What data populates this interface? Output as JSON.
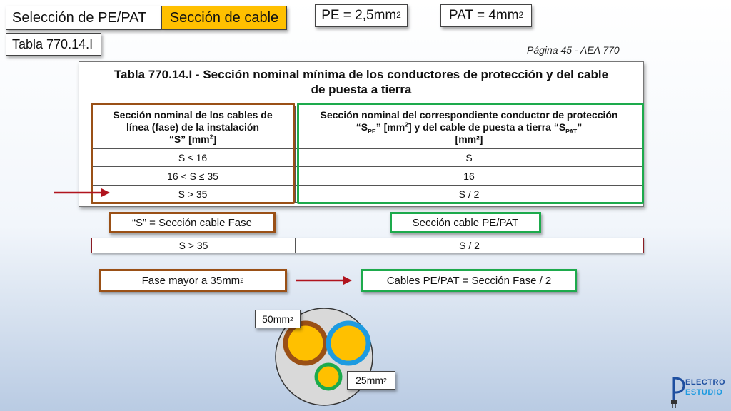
{
  "header": {
    "title": "Selección de PE/PAT",
    "highlight": "Sección de cable",
    "pe_label": "PE = 2,5mm",
    "pe_sup": "2",
    "pat_label": "PAT = 4mm",
    "pat_sup": "2",
    "table_ref": "Tabla 770.14.I",
    "page_ref": "Página 45 - AEA 770",
    "highlight_color": "#ffc000"
  },
  "table": {
    "title": "Tabla 770.14.I - Sección nominal mínima de los conductores de protección y del cable de puesta a tierra",
    "col1_header": {
      "line1": "Sección nominal de los cables de",
      "line2": "línea (fase) de la instalación",
      "line3": "“S” [mm",
      "line3_sup": "2",
      "line3_end": "]"
    },
    "col2_header": {
      "line1": "Sección nominal del correspondiente conductor de protección",
      "line2a": "“S",
      "line2_sub1": "PE",
      "line2b": "” [mm",
      "line2_sup": "2",
      "line2c": "] y del cable de puesta a tierra “S",
      "line2_sub2": "PAT",
      "line2d": "”",
      "line3": "[mm²]"
    },
    "rows": [
      {
        "s": "S ≤ 16",
        "pe": "S"
      },
      {
        "s": "16 < S ≤ 35",
        "pe": "16"
      },
      {
        "s": "S > 35",
        "pe": "S / 2"
      }
    ]
  },
  "labels": {
    "s_def": "“S” = Sección cable Fase",
    "pe_def": "Sección cable PE/PAT",
    "selected_row": {
      "s": "S > 35",
      "pe": "S / 2"
    },
    "condition": "Fase mayor a 35mm",
    "condition_sup": "2",
    "result": "Cables PE/PAT = Sección Fase / 2"
  },
  "cable": {
    "phase_label": "50mm",
    "phase_sup": "2",
    "pe_label": "25mm",
    "pe_sup": "2"
  },
  "logo": {
    "line1": "ELECTRO",
    "line2": "ESTUDIO"
  },
  "colors": {
    "brown": "#9a5016",
    "green": "#1daa4c",
    "arrow_red": "#b0141e",
    "blue": "#1e9be0",
    "yellow": "#ffc000"
  }
}
